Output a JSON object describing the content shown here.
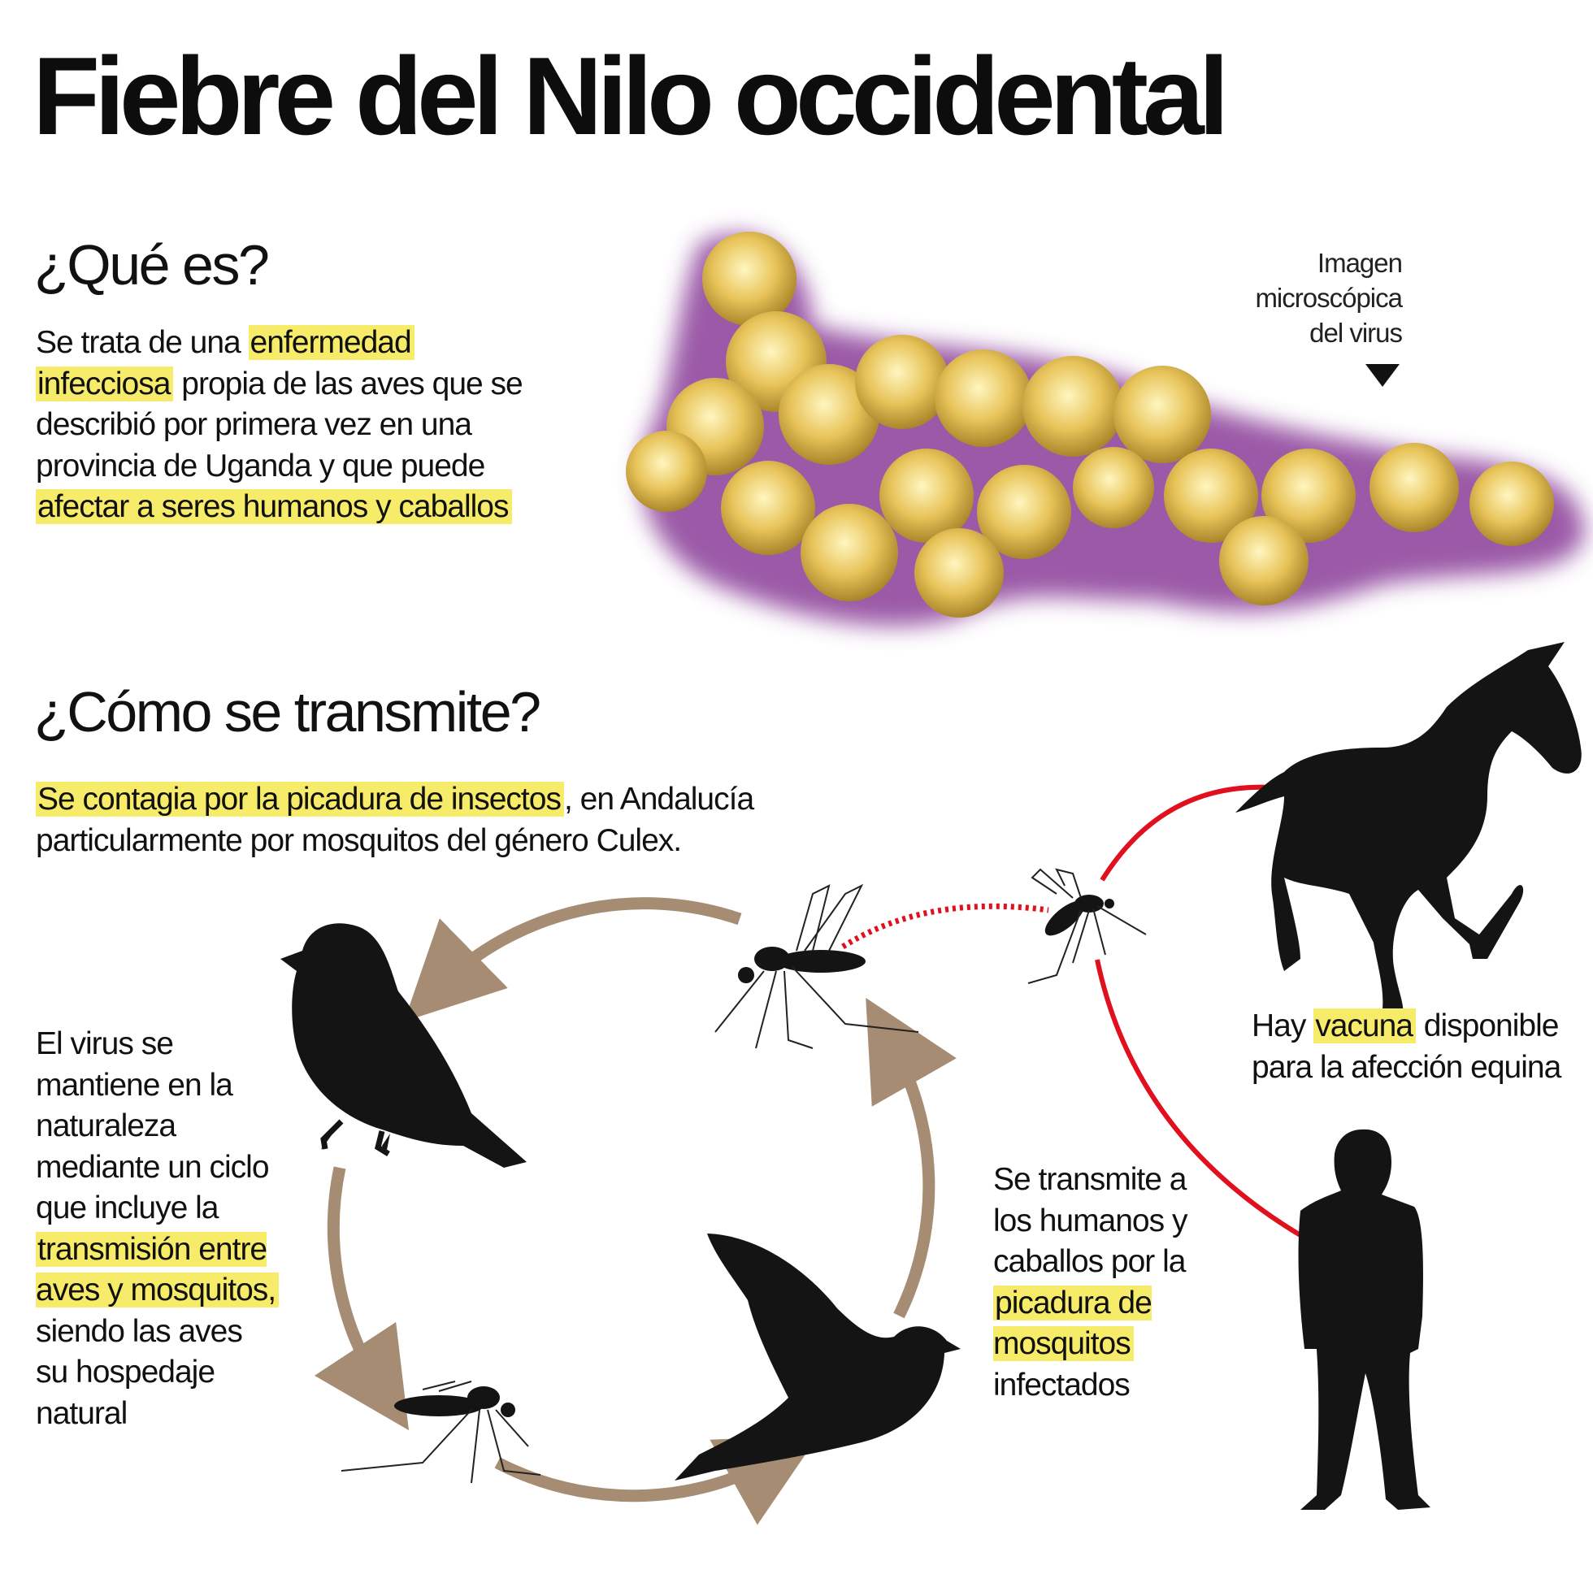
{
  "title": "Fiebre del Nilo occidental",
  "what": {
    "heading": "¿Qué es?",
    "p1": "Se trata de una ",
    "h1": "enfermedad",
    "h2": "infecciosa",
    "p2": " propia de las aves que se describió por primera vez en una provincia de Uganda y que puede ",
    "h3": "afectar a seres humanos y caballos"
  },
  "image_caption": [
    "Imagen",
    "microscópica",
    "del virus"
  ],
  "how": {
    "heading": "¿Cómo se transmite?",
    "h1": "Se contagia por la picadura de insectos",
    "p1": ", en Andalucía particularmente por mosquitos del género Culex."
  },
  "cycle_text": {
    "p1": "El virus se mantiene en la naturaleza mediante un ciclo que incluye la ",
    "h1": "transmisión entre aves y mosquitos,",
    "p2": " siendo las aves su hospedaje natural"
  },
  "horse_text": {
    "p1": "Hay ",
    "h1": "vacuna",
    "p2": " disponible para la afección equina"
  },
  "human_text": {
    "p1": "Se transmite a los humanos y caballos por la ",
    "h1": "picadura de mosquitos",
    "p2": " infectados"
  },
  "colors": {
    "highlight": "#f7ec6a",
    "cycle_arrow": "#a68c72",
    "infection_arrow": "#e0101e",
    "silhouette": "#141414"
  }
}
